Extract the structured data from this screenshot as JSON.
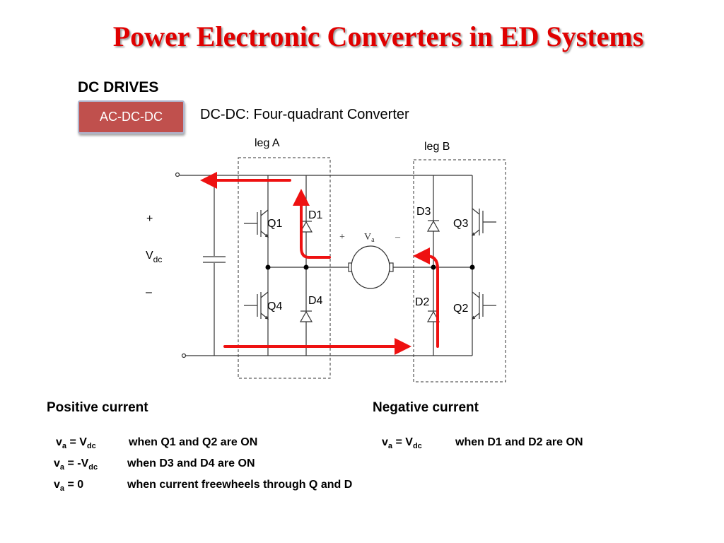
{
  "title": "Power Electronic Converters in ED Systems",
  "section": "DC DRIVES",
  "badge": "AC-DC-DC",
  "subtitle": "DC-DC: Four-quadrant Converter",
  "circuit": {
    "leg_a": "leg A",
    "leg_b": "leg B",
    "plus": "+",
    "minus": "–",
    "vdc_main": "V",
    "vdc_sub": "dc",
    "va_plus": "+",
    "va_minus": "–",
    "va_main": "V",
    "va_sub": "a",
    "q1": "Q1",
    "q2": "Q2",
    "q3": "Q3",
    "q4": "Q4",
    "d1": "D1",
    "d2": "D2",
    "d3": "D3",
    "d4": "D4"
  },
  "colors": {
    "title": "#e00000",
    "badge": "#c0504d",
    "arrow": "#ee1111"
  },
  "positive": {
    "heading": "Positive current",
    "rows": [
      {
        "var": "v",
        "sub": "a",
        "eq": " = V",
        "eq_sub": "dc",
        "cond": "when Q1 and Q2 are ON"
      },
      {
        "var": "v",
        "sub": "a",
        "eq": " = -V",
        "eq_sub": "dc",
        "cond": "when D3 and D4 are ON"
      },
      {
        "var": "v",
        "sub": "a",
        "eq": " = 0",
        "eq_sub": "",
        "cond": "when current freewheels through Q and D"
      }
    ]
  },
  "negative": {
    "heading": "Negative current",
    "rows": [
      {
        "var": "v",
        "sub": "a",
        "eq": " = V",
        "eq_sub": "dc",
        "cond": "when D1 and D2 are ON"
      }
    ]
  }
}
